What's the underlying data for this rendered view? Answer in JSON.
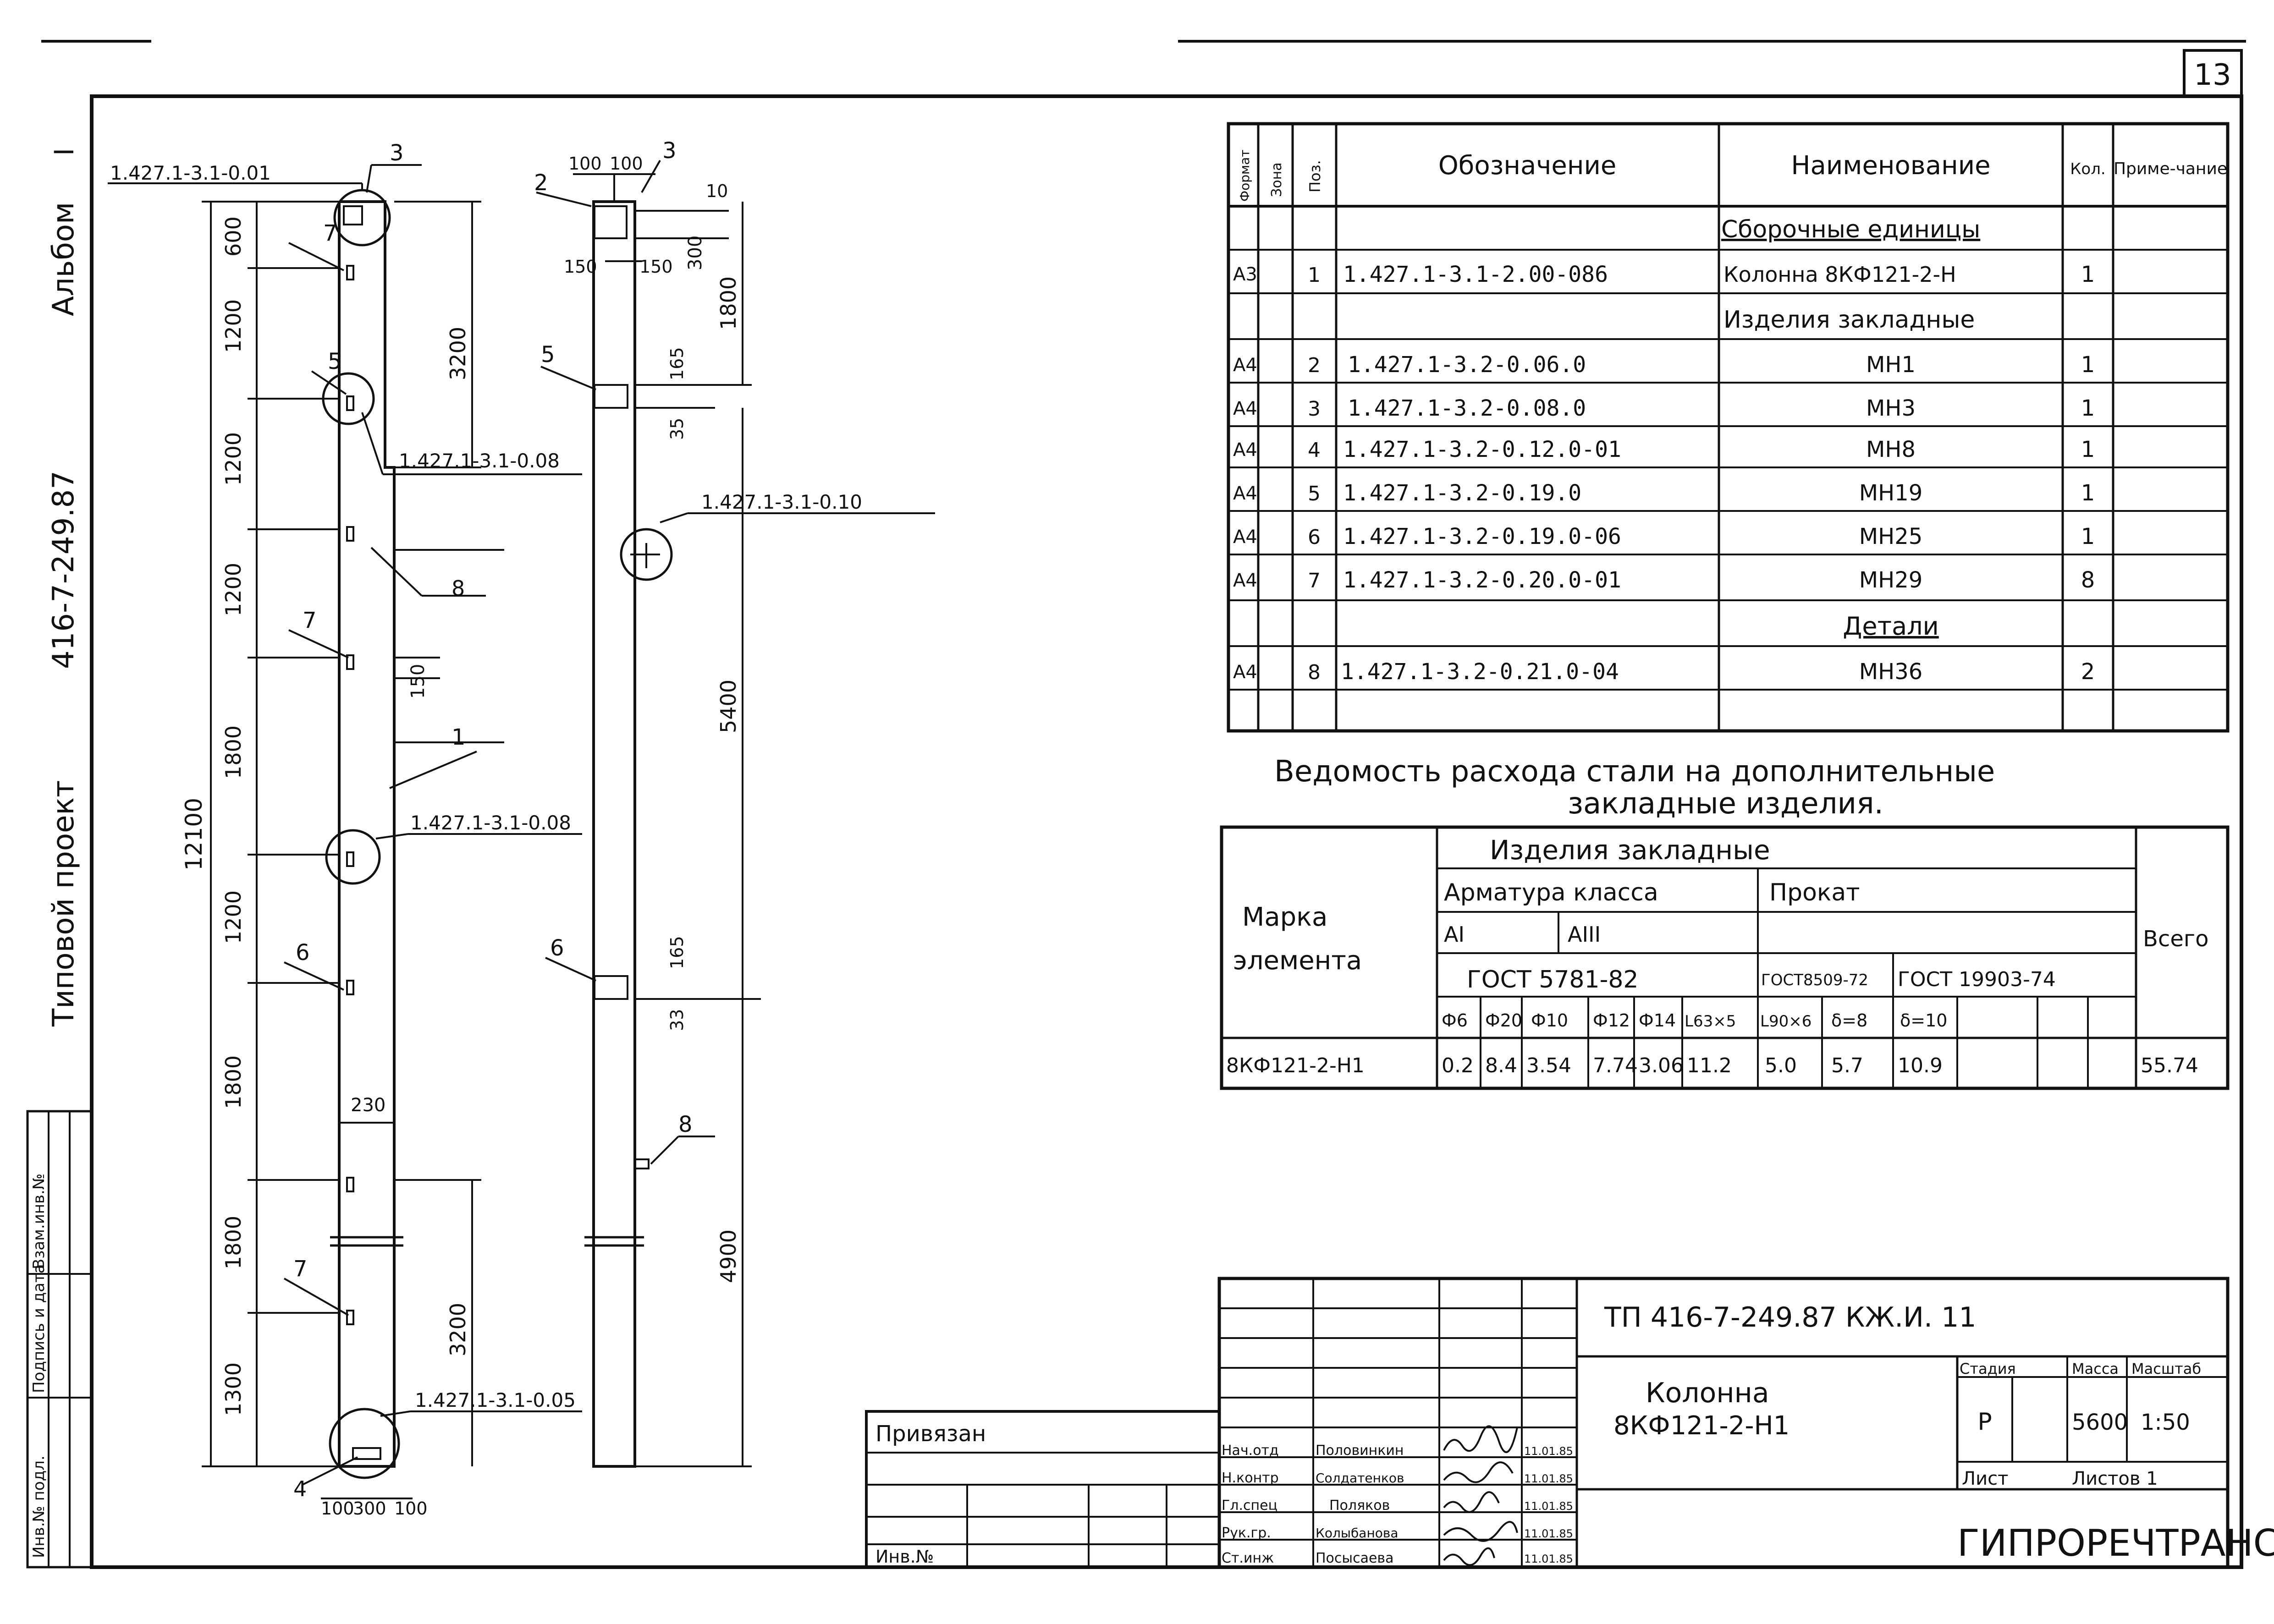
{
  "sheet": {
    "page_number": "13",
    "album_label": "Альбом",
    "album_num": "I",
    "project_label": "Типовой проект",
    "project_code": "416-7-249.87"
  },
  "side_stamp": {
    "col1": "Инв.№ подл.",
    "col2": "Подпись и дата",
    "col3": "Взам.инв.№"
  },
  "spec": {
    "headers": {
      "format": "Формат",
      "zone": "Зона",
      "pos": "Поз.",
      "designation": "Обозначение",
      "name": "Наименование",
      "qty": "Кол.",
      "note": "Приме-чание"
    },
    "rows": [
      {
        "format": "",
        "pos": "",
        "designation": "",
        "name": "Сборочные единицы",
        "qty": ""
      },
      {
        "format": "А3",
        "pos": "1",
        "designation": "1.427.1-3.1-2.00-086",
        "name": "Колонна 8КФ121-2-Н",
        "qty": "1"
      },
      {
        "format": "",
        "pos": "",
        "designation": "",
        "name": "Изделия закладные",
        "qty": ""
      },
      {
        "format": "А4",
        "pos": "2",
        "designation": "1.427.1-3.2-0.06.0",
        "name": "МН1",
        "qty": "1"
      },
      {
        "format": "А4",
        "pos": "3",
        "designation": "1.427.1-3.2-0.08.0",
        "name": "МН3",
        "qty": "1"
      },
      {
        "format": "А4",
        "pos": "4",
        "designation": "1.427.1-3.2-0.12.0-01",
        "name": "МН8",
        "qty": "1"
      },
      {
        "format": "А4",
        "pos": "5",
        "designation": "1.427.1-3.2-0.19.0",
        "name": "МН19",
        "qty": "1"
      },
      {
        "format": "А4",
        "pos": "6",
        "designation": "1.427.1-3.2-0.19.0-06",
        "name": "МН25",
        "qty": "1"
      },
      {
        "format": "А4",
        "pos": "7",
        "designation": "1.427.1-3.2-0.20.0-01",
        "name": "МН29",
        "qty": "8"
      },
      {
        "format": "",
        "pos": "",
        "designation": "",
        "name": "Детали",
        "qty": ""
      },
      {
        "format": "А4",
        "pos": "8",
        "designation": "1.427.1-3.2-0.21.0-04",
        "name": "МН36",
        "qty": "2"
      }
    ]
  },
  "steel": {
    "title1": "Ведомость расхода стали на дополнительные",
    "title2": "закладные изделия.",
    "mark_label1": "Марка",
    "mark_label2": "элемента",
    "group": "Изделия закладные",
    "armature": "Арматура класса",
    "rolled": "Прокат",
    "class1": "АI",
    "class3": "АIII",
    "gost1": "ГОСТ 5781-82",
    "gost2": "ГОСТ8509-72",
    "gost3": "ГОСТ 19903-74",
    "total_label": "Всего",
    "cols": [
      "Ф6",
      "Ф20",
      "Ф10",
      "Ф12",
      "Ф14",
      "L63×5",
      "L90×6",
      "δ=8",
      "δ=10",
      "",
      ""
    ],
    "row_mark": "8КФ121-2-Н1",
    "values": [
      "0.2",
      "8.4",
      "3.54",
      "7.74",
      "3.06",
      "11.2",
      "5.0",
      "5.7",
      "10.9",
      "",
      ""
    ],
    "total": "55.74"
  },
  "title_block": {
    "code": "ТП 416-7-249.87   КЖ.И. 11",
    "name1": "Колонна",
    "name2": "8КФ121-2-Н1",
    "stage_label": "Стадия",
    "mass_label": "Масса",
    "scale_label": "Масштаб",
    "stage": "Р",
    "mass": "5600",
    "scale": "1:50",
    "sheet_label": "Лист",
    "sheets_label": "Листов 1",
    "org": "ГИПРОРЕЧТРАНС",
    "bound_label": "Привязан",
    "inv_label": "Инв.№",
    "people": [
      {
        "role": "Нач.отд",
        "name": "Половинкин",
        "date": "11.01.85"
      },
      {
        "role": "Н.контр",
        "name": "Солдатенков",
        "date": "11.01.85"
      },
      {
        "role": "Гл.спец",
        "name": "Поляков",
        "date": "11.01.85"
      },
      {
        "role": "Рук.гр.",
        "name": "Колыбанова",
        "date": "11.01.85"
      },
      {
        "role": "Ст.инж",
        "name": "Посысаева",
        "date": "11.01.85"
      }
    ]
  },
  "drawing": {
    "refs": {
      "r_top": "1.427.1-3.1-0.01",
      "r_08a": "1.427.1-3.1-0.08",
      "r_08b": "1.427.1-3.1-0.08",
      "r_10": "1.427.1-3.1-0.10",
      "r_05": "1.427.1-3.1-0.05"
    },
    "dims_left": [
      "600",
      "1200",
      "1200",
      "1200",
      "1800",
      "1200",
      "1800",
      "1800",
      "1300"
    ],
    "dim_total": "12100",
    "dim_3200a": "3200",
    "dim_3200b": "3200",
    "dim_150": "150",
    "dim_230": "230",
    "dims_bottom": [
      "100",
      "300",
      "100"
    ],
    "dims_right_top": [
      "100",
      "100"
    ],
    "dim_150a": "150",
    "dim_150b": "150",
    "dim_10": "10",
    "dim_300": "300",
    "dim_1800": "1800",
    "dim_165a": "165",
    "dim_35": "35",
    "dim_5400": "5400",
    "dim_165b": "165",
    "dim_33": "33",
    "dim_4900": "4900",
    "labels": {
      "p3a": "3",
      "p7a": "7",
      "p5a": "5",
      "p8a": "8",
      "p7b": "7",
      "p1": "1",
      "p6a": "6",
      "p7c": "7",
      "p4": "4",
      "p3b": "3",
      "p2": "2",
      "p5b": "5",
      "p6b": "6",
      "p8b": "8"
    }
  }
}
